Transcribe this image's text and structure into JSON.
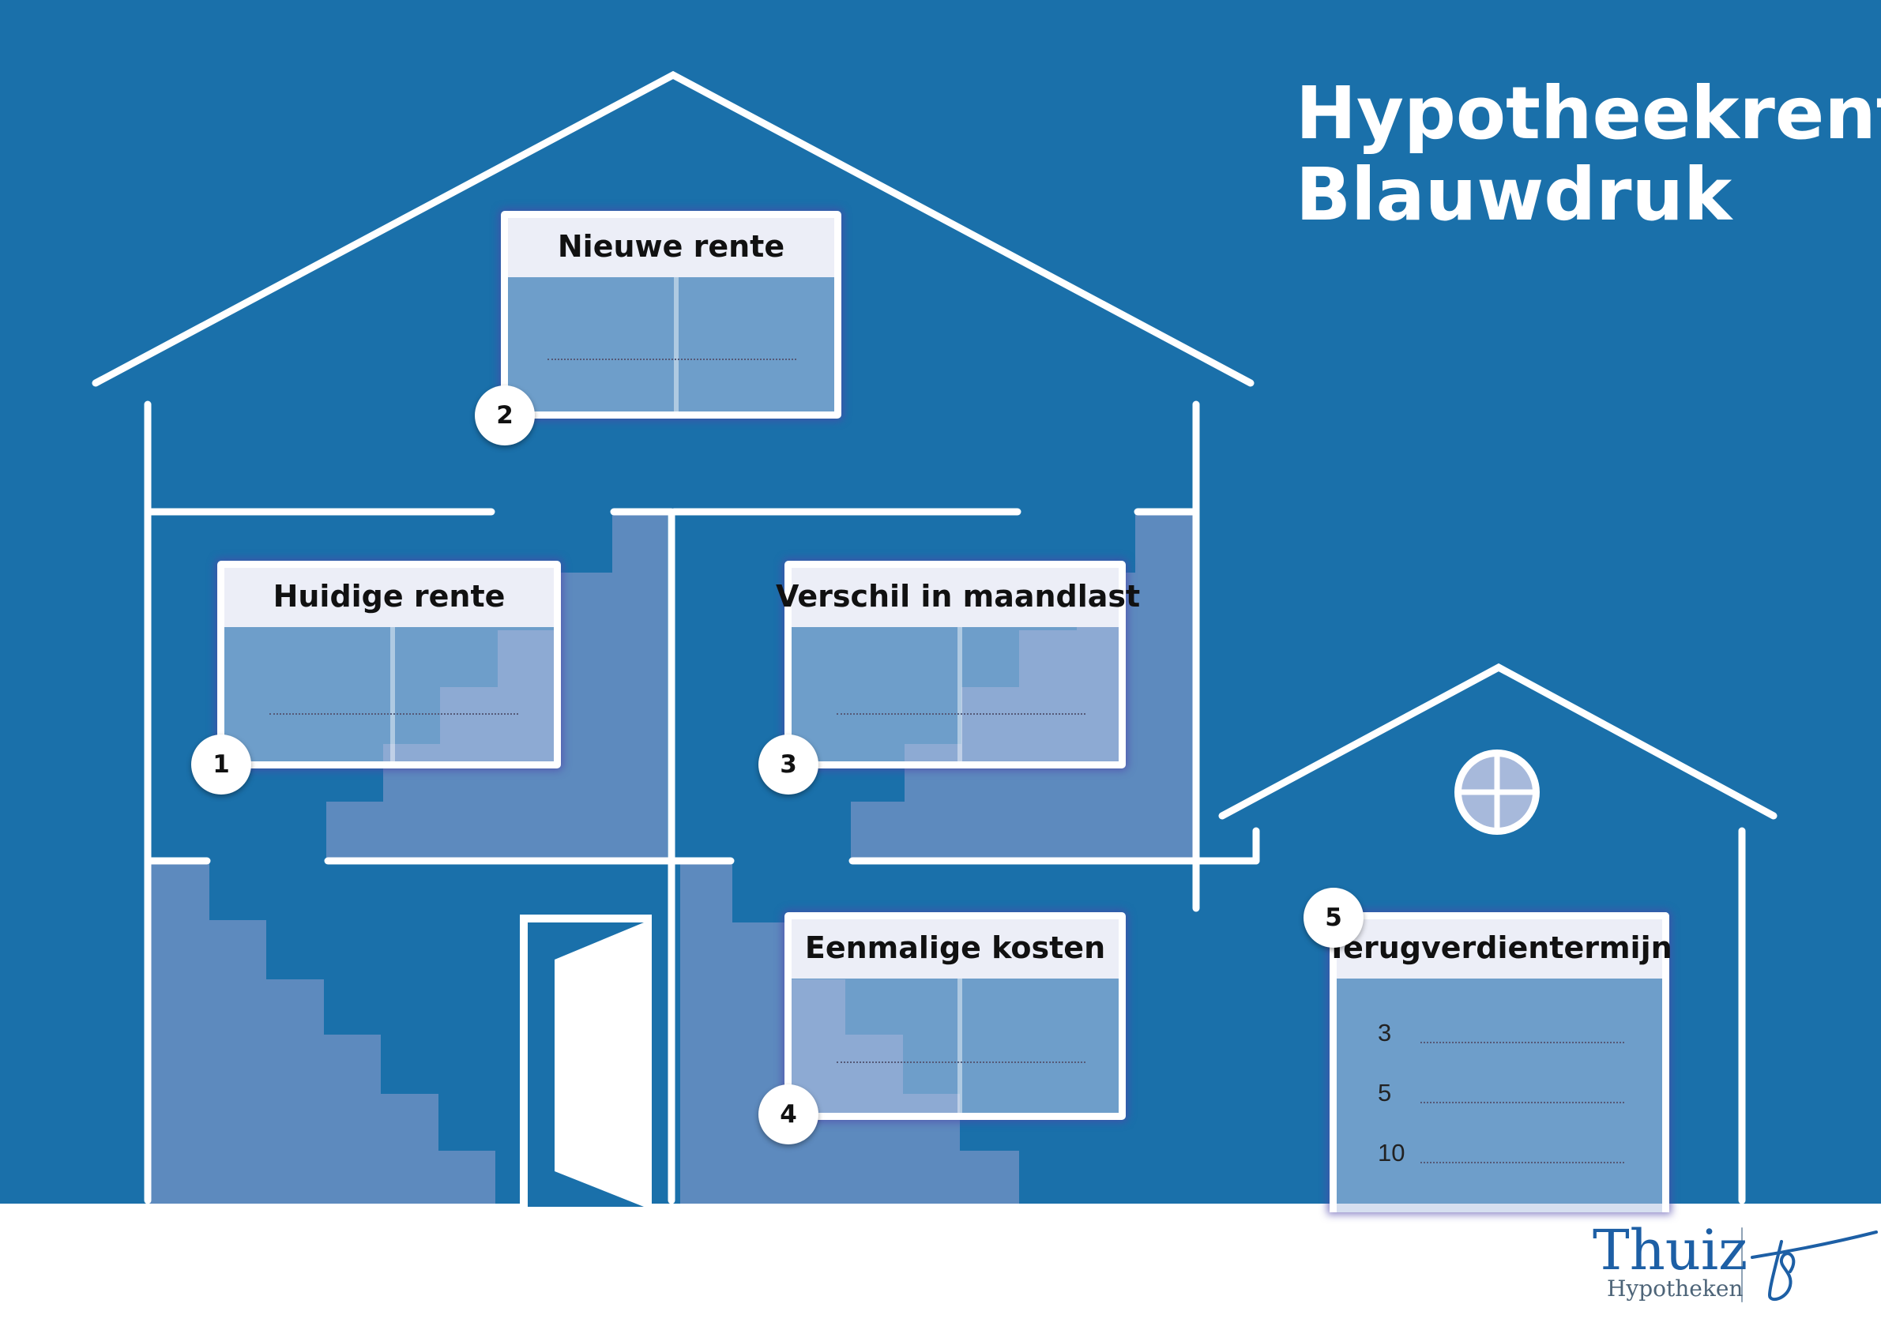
{
  "title": {
    "line1": "Hypotheekrente",
    "line2": "Blauwdruk"
  },
  "boxes": {
    "nieuwe_rente": {
      "number": "2",
      "label": "Nieuwe rente"
    },
    "huidige_rente": {
      "number": "1",
      "label": "Huidige rente"
    },
    "verschil_maandlast": {
      "number": "3",
      "label": "Verschil in maandlast"
    },
    "eenmalige_kosten": {
      "number": "4",
      "label": "Eenmalige kosten"
    },
    "terugverdientermijn": {
      "number": "5",
      "label": "Terugverdientermijn",
      "rows": [
        "3",
        "5",
        "10"
      ]
    }
  },
  "logo": {
    "name": "Thuiz",
    "subtitle": "Hypotheken"
  },
  "colors": {
    "background_blue": "#1a70aa",
    "stair_blue": "#5d8abe",
    "line_white": "#ffffff",
    "logo_blue": "#1d5fa5"
  }
}
